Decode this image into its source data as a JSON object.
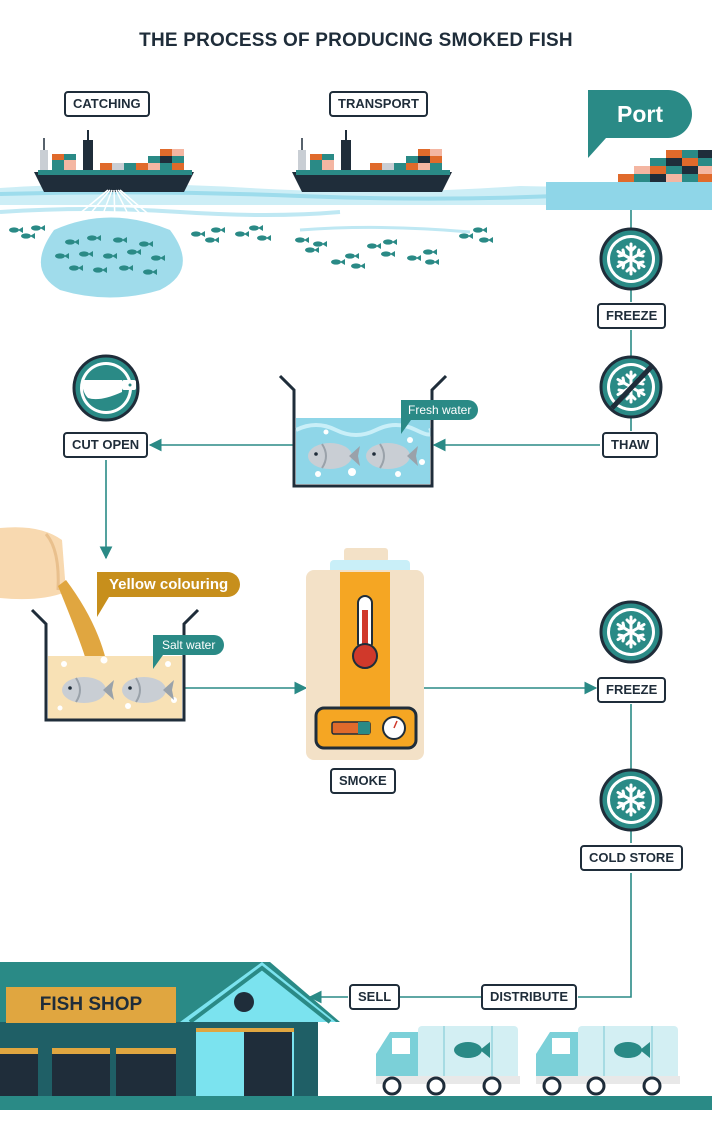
{
  "title": "THE PROCESS OF  PRODUCING SMOKED FISH",
  "port_label": "Port",
  "steps": {
    "catching": "CATCHING",
    "transport": "TRANSPORT",
    "freeze_1": "FREEZE",
    "thaw": "THAW",
    "cut_open": "CUT OPEN",
    "smoke": "SMOKE",
    "freeze_2": "FREEZE",
    "cold_store": "COLD STORE",
    "distribute": "DISTRIBUTE",
    "sell": "SELL"
  },
  "callouts": {
    "fresh_water": "Fresh water",
    "yellow_colouring": "Yellow colouring",
    "salt_water": "Salt water"
  },
  "shop_sign": "FISH SHOP",
  "colors": {
    "teal": "#2a8a86",
    "dark": "#1f2d3a",
    "water": "#8fd6e8",
    "sand": "#f8e1b5",
    "amber": "#f5a623",
    "mustard": "#c78f1c"
  }
}
